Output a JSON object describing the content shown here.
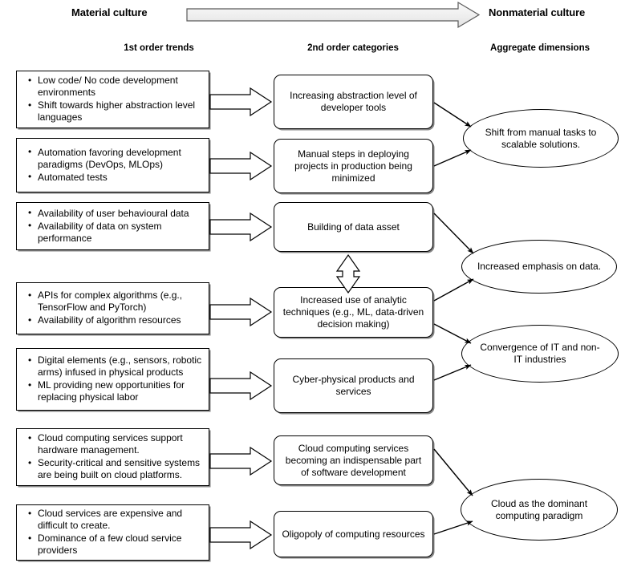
{
  "header": {
    "left_label": "Material culture",
    "right_label": "Nonmaterial culture",
    "arrow_icon": "right-arrow-icon"
  },
  "columns": {
    "first_order": "1st order trends",
    "second_order": "2nd order categories",
    "aggregate": "Aggregate dimensions"
  },
  "first_order_trends": [
    {
      "id": "low-code",
      "bullets": [
        "Low code/ No code development environments",
        "Shift towards higher abstraction level languages"
      ]
    },
    {
      "id": "automation",
      "bullets": [
        "Automation favoring development paradigms (DevOps, MLOps)",
        "Automated tests"
      ]
    },
    {
      "id": "data-availability",
      "bullets": [
        "Availability of user behavioural data",
        "Availability of data on system performance"
      ]
    },
    {
      "id": "apis-algorithms",
      "bullets": [
        "APIs for complex algorithms (e.g., TensorFlow and PyTorch)",
        "Availability of algorithm resources"
      ]
    },
    {
      "id": "digital-elements",
      "bullets": [
        "Digital elements (e.g., sensors, robotic arms) infused in physical products",
        "ML providing new opportunities for replacing physical labor"
      ]
    },
    {
      "id": "cloud-support",
      "bullets": [
        "Cloud computing services support hardware management.",
        "Security-critical and sensitive systems are being built on cloud platforms."
      ]
    },
    {
      "id": "cloud-expensive",
      "bullets": [
        "Cloud services are expensive and difficult to create.",
        "Dominance of a few cloud service providers"
      ]
    }
  ],
  "second_order_categories": [
    {
      "id": "abstraction",
      "label": "Increasing abstraction level of developer tools"
    },
    {
      "id": "manual-steps",
      "label": "Manual steps in deploying projects in production being minimized"
    },
    {
      "id": "data-asset",
      "label": "Building of data asset"
    },
    {
      "id": "analytic-techniques",
      "label": "Increased use of analytic techniques (e.g., ML, data-driven decision making)"
    },
    {
      "id": "cyber-physical",
      "label": "Cyber-physical products and services"
    },
    {
      "id": "cloud-indispensable",
      "label": "Cloud computing services becoming an indispensable part of software development"
    },
    {
      "id": "oligopoly",
      "label": "Oligopoly of computing resources"
    }
  ],
  "aggregate_dimensions": [
    {
      "id": "shift-manual",
      "label": "Shift from manual tasks to scalable solutions."
    },
    {
      "id": "emphasis-data",
      "label": "Increased emphasis on data."
    },
    {
      "id": "convergence",
      "label": "Convergence of IT and non-IT industries"
    },
    {
      "id": "cloud-dominant",
      "label": "Cloud as the dominant computing paradigm"
    }
  ],
  "colors": {
    "stroke": "#000000",
    "background": "#ffffff",
    "shadow": "#6e6e6e",
    "arrow_fill": "#efefef"
  }
}
